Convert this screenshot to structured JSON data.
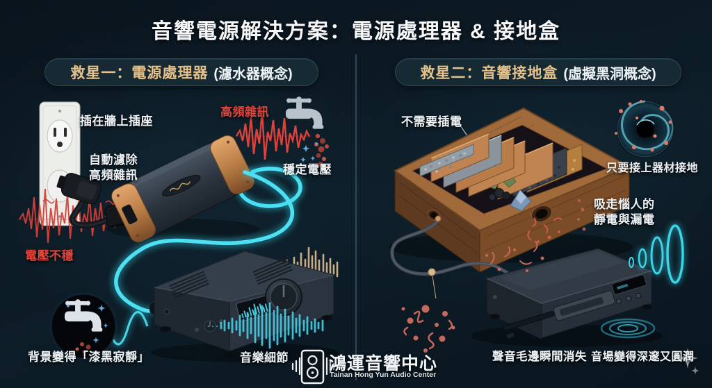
{
  "title": "音響電源解決方案：電源處理器 & 接地盒",
  "colors": {
    "background": "#0c1822",
    "accent_gold": "#e6c18a",
    "alert_red": "#e0443c",
    "glow_cyan": "#3fd6e8",
    "copper": "#c08552",
    "wood": "#8a5a33"
  },
  "left_panel": {
    "header": {
      "main": "救星一：電源處理器",
      "note": "(濾水器概念)"
    },
    "labels": {
      "wall_socket": "插在牆上插座",
      "auto_filter_line1": "自動濾除",
      "auto_filter_line2": "高頻雜訊",
      "high_freq_noise": "高頻雜訊",
      "stable_voltage": "穩定電壓",
      "unstable_voltage": "電壓不穩",
      "silent_background": "背景變得「漆黑寂靜」",
      "music_detail": "音樂細節"
    },
    "icons": {
      "faucet": "faucet-icon",
      "sparkles": "sparkle-stars-icon",
      "quiet_badge": "quiet-faucet-badge-icon"
    }
  },
  "right_panel": {
    "header": {
      "main": "救星二：音響接地盒",
      "note": "(虛擬黑洞概念)"
    },
    "labels": {
      "no_power_needed": "不需要插電",
      "connect_ground": "只要接上器材接地",
      "absorb_line1": "吸走惱人的",
      "absorb_line2": "靜電與漏電",
      "edges_vanish": "聲音毛邊瞬間消失",
      "deep_soundstage": "音場變得深邃又圓潤"
    },
    "icons": {
      "black_hole": "black-hole-icon",
      "sparkle": "sparkle-icon"
    }
  },
  "footer": {
    "brand_zh": "鴻運音響中心",
    "brand_en": "Tainan Hong Yun Audio Center",
    "icon": "speaker-logo-icon"
  }
}
